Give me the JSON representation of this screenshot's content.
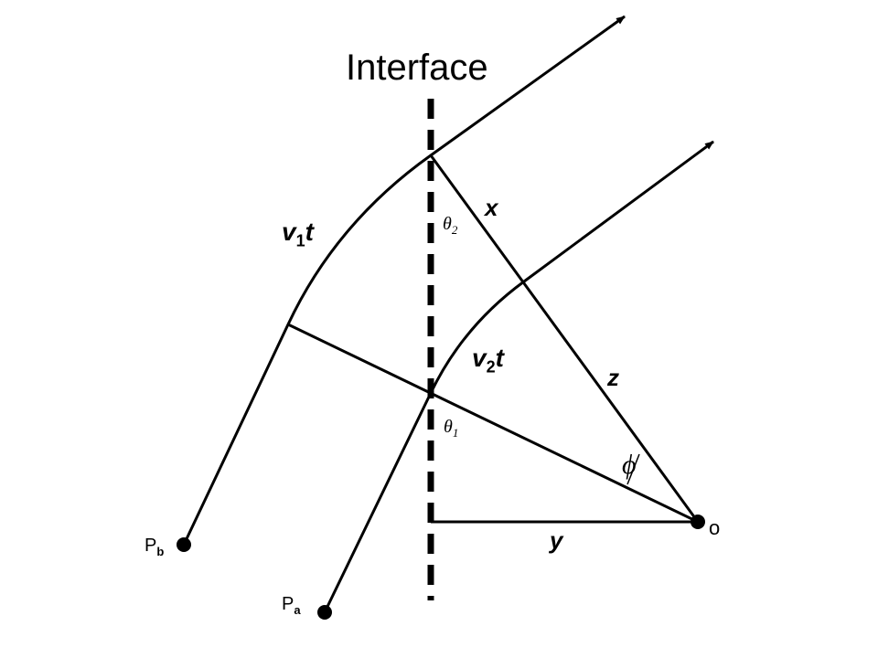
{
  "title": "Interface",
  "labels": {
    "v1t": {
      "v": "v",
      "sub": "1",
      "t": "t"
    },
    "v2t": {
      "v": "v",
      "sub": "2",
      "t": "t"
    },
    "x": "x",
    "z": "z",
    "y": "y",
    "theta2": {
      "sym": "θ",
      "sub": "2"
    },
    "theta1": {
      "sym": "θ",
      "sub": "1"
    },
    "phi": "ϕ",
    "origin": "o",
    "pb": {
      "p": "P",
      "sub": "b"
    },
    "pa": {
      "p": "P",
      "sub": "a"
    }
  },
  "colors": {
    "line": "#000000",
    "background": "#ffffff"
  }
}
